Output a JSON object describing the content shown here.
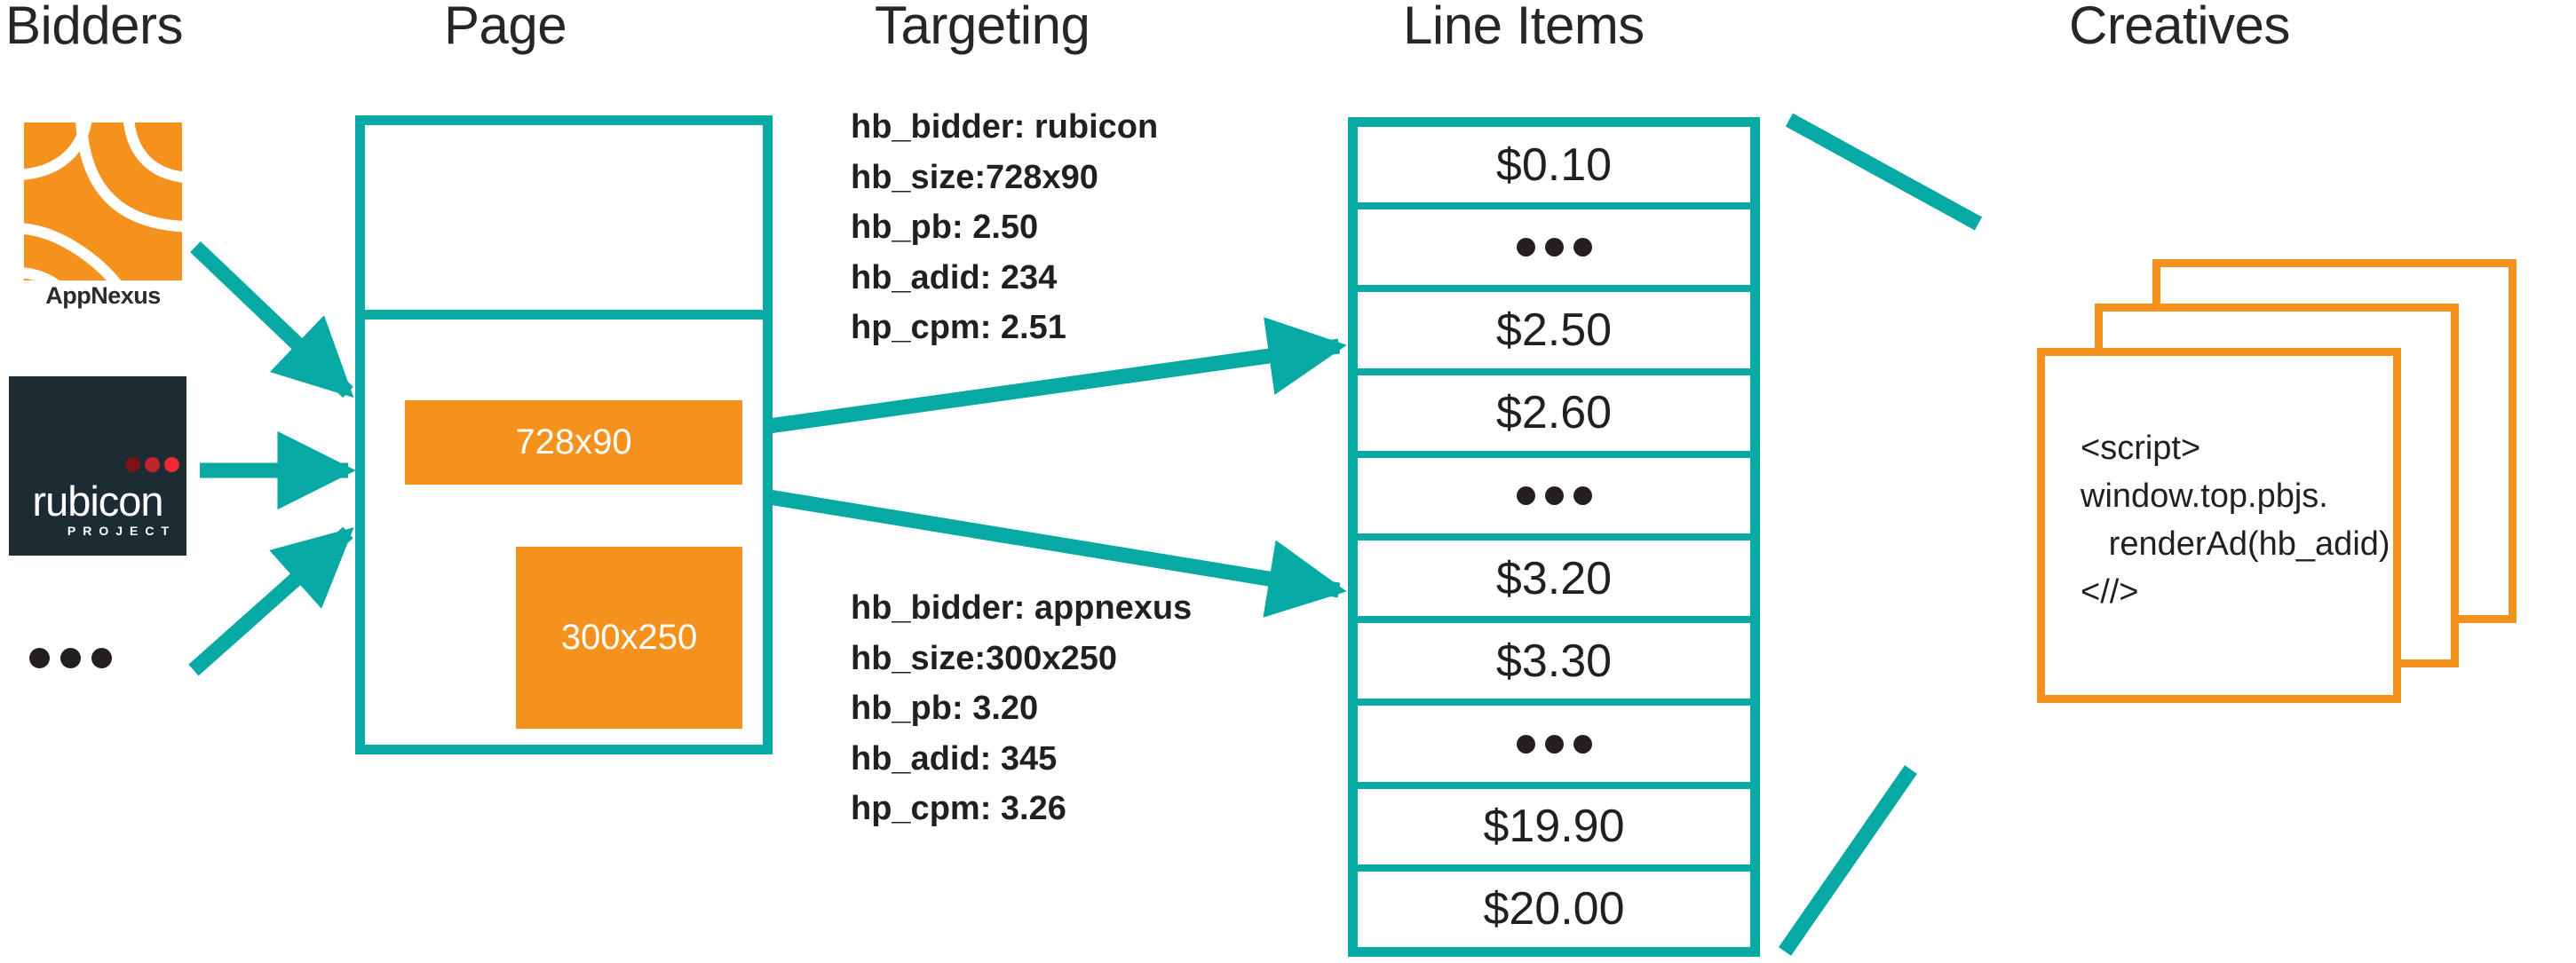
{
  "columns": [
    {
      "key": "bidders",
      "label": "Bidders"
    },
    {
      "key": "page",
      "label": "Page"
    },
    {
      "key": "targeting",
      "label": "Targeting"
    },
    {
      "key": "line_items",
      "label": "Line Items"
    },
    {
      "key": "creatives",
      "label": "Creatives"
    }
  ],
  "colors": {
    "teal": "#06a9a4",
    "orange": "#f5921e",
    "ink": "#231f20",
    "rubicon_navy": "#1d2b33",
    "rubicon_red": "#ee2a35"
  },
  "bidders": {
    "items": [
      {
        "name": "appnexus",
        "label": "AppNexus"
      },
      {
        "name": "rubicon",
        "label": "rubicon",
        "sublabel": "PROJECT"
      },
      {
        "name": "more",
        "label": "•••"
      }
    ]
  },
  "page": {
    "ad_slots": [
      {
        "name": "leaderboard",
        "label": "728x90"
      },
      {
        "name": "medium-rectangle",
        "label": "300x250"
      }
    ]
  },
  "targeting": {
    "blocks": [
      {
        "name": "targeting-rubicon",
        "lines": [
          "hb_bidder: rubicon",
          "hb_size:728x90",
          "hb_pb: 2.50",
          "hb_adid: 234",
          "hp_cpm: 2.51"
        ],
        "keys": {
          "hb_bidder": "rubicon",
          "hb_size": "728x90",
          "hb_pb": "2.50",
          "hb_adid": "234",
          "hp_cpm": "2.51"
        }
      },
      {
        "name": "targeting-appnexus",
        "lines": [
          "hb_bidder: appnexus",
          "hb_size:300x250",
          "hb_pb: 3.20",
          "hb_adid: 345",
          "hp_cpm: 3.26"
        ],
        "keys": {
          "hb_bidder": "appnexus",
          "hb_size": "300x250",
          "hb_pb": "3.20",
          "hb_adid": "345",
          "hp_cpm": "3.26"
        }
      }
    ]
  },
  "line_items": {
    "rows": [
      {
        "type": "price",
        "label": "$0.10"
      },
      {
        "type": "ellipsis",
        "label": "•••"
      },
      {
        "type": "price",
        "label": "$2.50",
        "highlighted": true
      },
      {
        "type": "price",
        "label": "$2.60"
      },
      {
        "type": "ellipsis",
        "label": "•••"
      },
      {
        "type": "price",
        "label": "$3.20",
        "highlighted": true
      },
      {
        "type": "price",
        "label": "$3.30"
      },
      {
        "type": "ellipsis",
        "label": "•••"
      },
      {
        "type": "price",
        "label": "$19.90"
      },
      {
        "type": "price",
        "label": "$20.00"
      }
    ]
  },
  "creatives": {
    "card_count": 3,
    "code": "<script>\nwindow.top.pbjs.\n   renderAd(hb_adid)\n<//>"
  }
}
